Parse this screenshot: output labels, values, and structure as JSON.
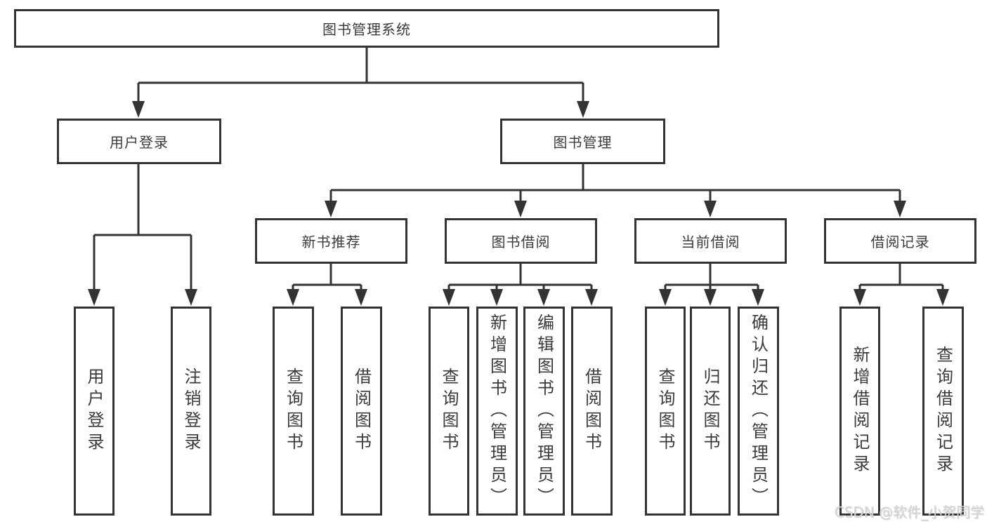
{
  "diagram": {
    "root": {
      "label": "图书管理系统"
    },
    "level2": [
      {
        "label": "用户登录",
        "children": [
          {
            "label": "用户登录"
          },
          {
            "label": "注销登录"
          }
        ]
      },
      {
        "label": "图书管理",
        "children": [
          {
            "label": "新书推荐",
            "children": [
              {
                "label": "查询图书"
              },
              {
                "label": "借阅图书"
              }
            ]
          },
          {
            "label": "图书借阅",
            "children": [
              {
                "label": "查询图书"
              },
              {
                "label": "新增图书（管理员）"
              },
              {
                "label": "编辑图书（管理员）"
              },
              {
                "label": "借阅图书"
              }
            ]
          },
          {
            "label": "当前借阅",
            "children": [
              {
                "label": "查询图书"
              },
              {
                "label": "归还图书"
              },
              {
                "label": "确认归还（管理员）"
              }
            ]
          },
          {
            "label": "借阅记录",
            "children": [
              {
                "label": "新增借阅记录"
              },
              {
                "label": "查询借阅记录"
              }
            ]
          }
        ]
      }
    ]
  },
  "watermark": {
    "text": "CSDN @软件_小贺同学"
  },
  "colors": {
    "line": "#333333",
    "text": "#3b3b3b",
    "canvas": "#ffffff",
    "watermark": "#d6d6d6"
  }
}
